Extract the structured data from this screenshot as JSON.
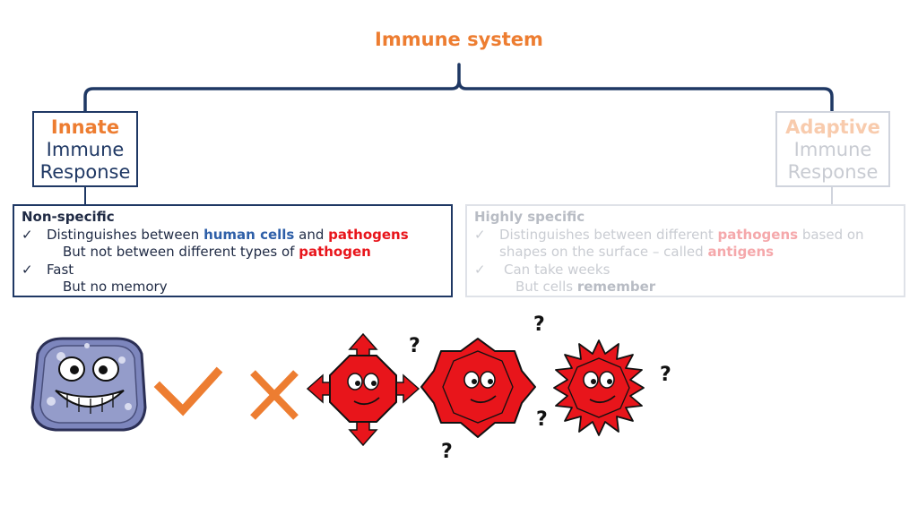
{
  "title": "Immune system",
  "innate": {
    "heading": "Innate",
    "line2": "Immune",
    "line3": "Response",
    "panel": {
      "heading": "Non-specific",
      "item1_pre": "Distinguishes between ",
      "item1_hl1": "human cells",
      "item1_mid": " and ",
      "item1_hl2": "pathogens",
      "item1_sub_pre": "But not between different types of ",
      "item1_sub_hl": "pathogen",
      "item2": "Fast",
      "item2_sub": "But no memory"
    }
  },
  "adaptive": {
    "heading": "Adaptive",
    "line2": "Immune",
    "line3": "Response",
    "panel": {
      "heading": "Highly specific",
      "item1_pre": "Distinguishes between different ",
      "item1_hl1": "pathogens",
      "item1_post": " based on",
      "item1_line2_pre": "shapes on the surface – called ",
      "item1_line2_hl": "antigens",
      "item2": "Can take weeks",
      "item2_sub_pre": "But cells ",
      "item2_sub_hl": "remember"
    }
  },
  "check_glyph": "✓",
  "question_mark": "?",
  "icons": [
    "human-cell-icon",
    "check-mark-icon",
    "cross-mark-icon",
    "pathogen-arrows-icon",
    "pathogen-wavy-icon",
    "pathogen-spiky-icon"
  ],
  "colors": {
    "orange": "#ed7d31",
    "navy": "#1f3864",
    "red": "#e8151b",
    "blue": "#2e5fa8"
  }
}
